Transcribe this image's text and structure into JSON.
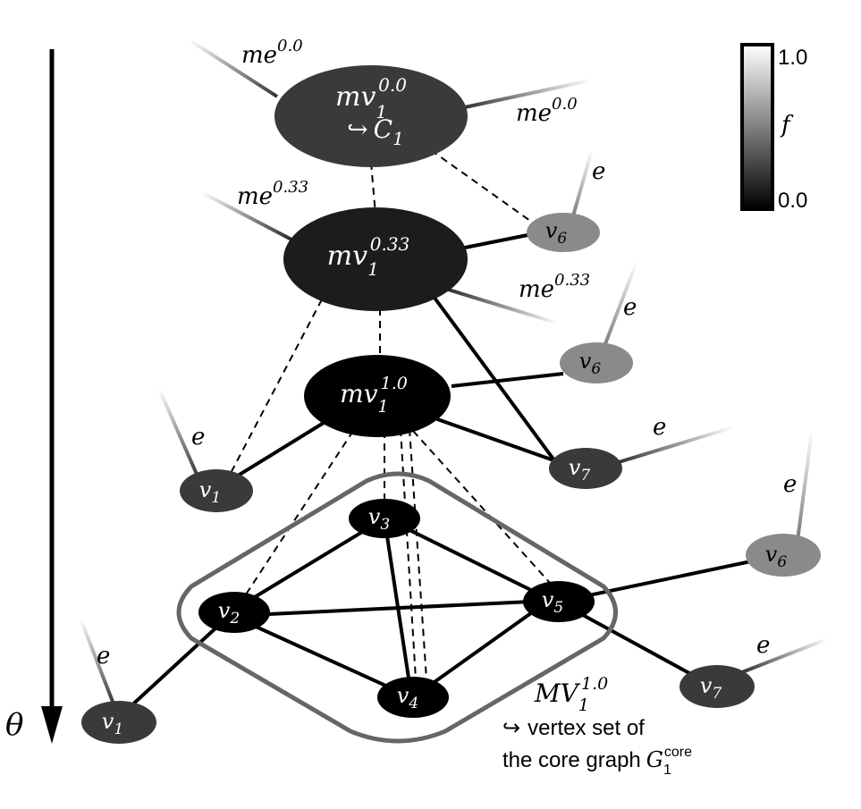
{
  "axis": {
    "label": "θ"
  },
  "colorbar": {
    "max_label": "1.0",
    "min_label": "0.0",
    "symbol": "f"
  },
  "edge_labels": {
    "me_0": "me",
    "sup_0": "0.0",
    "me_033": "me",
    "sup_033": "0.33",
    "e": "e"
  },
  "nodes": {
    "mv1_00": {
      "base": "mv",
      "sub": "1",
      "sup": "0.0",
      "arrow": "↪",
      "core": "C",
      "core_sub": "1"
    },
    "mv1_033": {
      "base": "mv",
      "sub": "1",
      "sup": "0.33"
    },
    "mv1_10": {
      "base": "mv",
      "sub": "1",
      "sup": "1.0"
    },
    "v1": {
      "base": "v",
      "sub": "1"
    },
    "v2": {
      "base": "v",
      "sub": "2"
    },
    "v3": {
      "base": "v",
      "sub": "3"
    },
    "v4": {
      "base": "v",
      "sub": "4"
    },
    "v5": {
      "base": "v",
      "sub": "5"
    },
    "v6": {
      "base": "v",
      "sub": "6"
    },
    "v7": {
      "base": "v",
      "sub": "7"
    }
  },
  "core_set": {
    "base": "MV",
    "sub": "1",
    "sup": "1.0",
    "arrow": "↪",
    "caption_line1": "vertex set of",
    "caption_line2": "the core graph",
    "graph_symbol": "G",
    "graph_sub": "1",
    "graph_sup": "core"
  },
  "colors": {
    "black": "#000000",
    "dark_gray": "#3a3a3a",
    "mid_gray": "#484848",
    "light_gray": "#8a8a8a",
    "outline": "#666666"
  }
}
